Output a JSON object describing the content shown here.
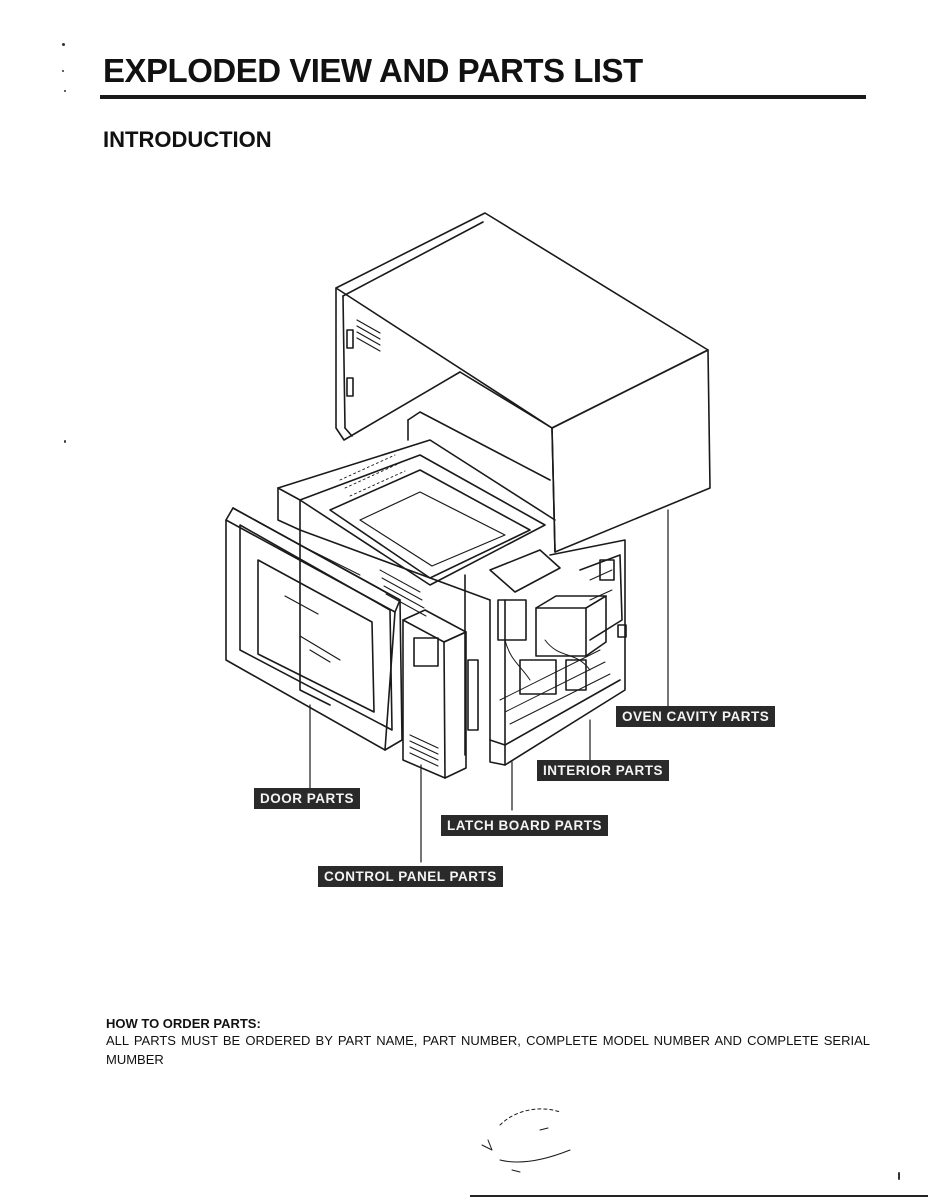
{
  "header": {
    "title": "EXPLODED VIEW AND PARTS LIST",
    "section": "INTRODUCTION"
  },
  "diagram": {
    "callouts": {
      "oven_cavity": "OVEN CAVITY PARTS",
      "interior": "INTERIOR PARTS",
      "door": "DOOR PARTS",
      "latch_board": "LATCH BOARD PARTS",
      "control_panel": "CONTROL PANEL PARTS"
    }
  },
  "ordering": {
    "heading": "HOW TO ORDER PARTS:",
    "body": "ALL PARTS MUST BE ORDERED BY PART NAME, PART NUMBER, COMPLETE MODEL NUMBER AND COMPLETE SERIAL MUMBER"
  },
  "colors": {
    "ink": "#111111",
    "callout_bg": "#2a2a2a",
    "callout_text": "#f4f4f4"
  }
}
